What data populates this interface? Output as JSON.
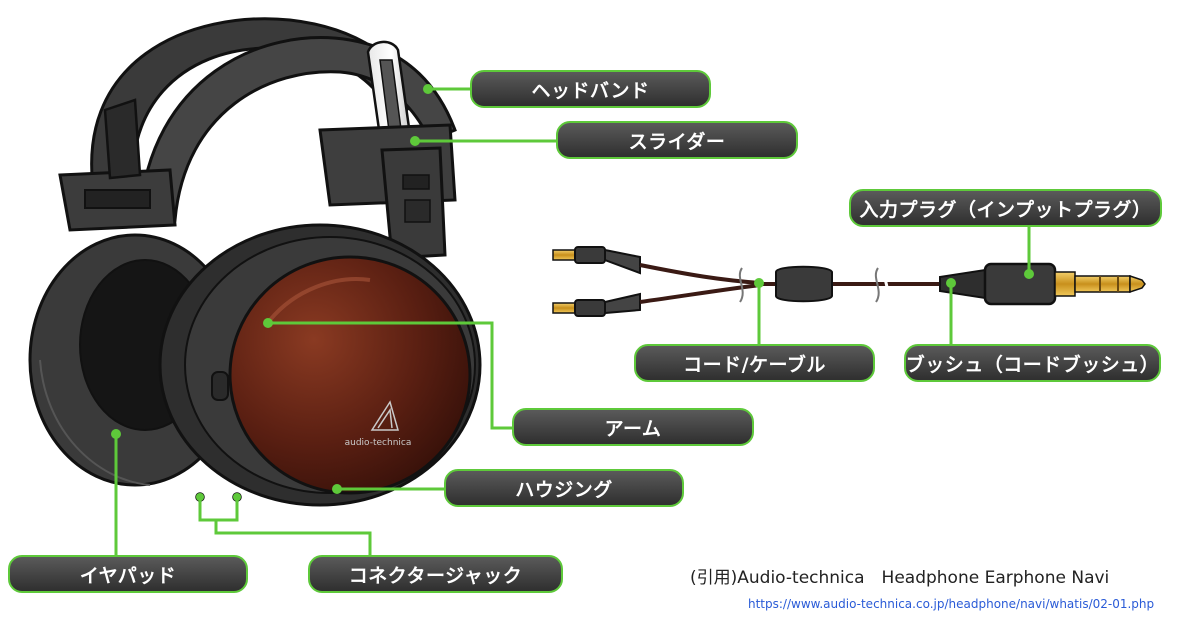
{
  "labels": {
    "headband": "ヘッドバンド",
    "slider": "スライダー",
    "input_plug": "入力プラグ（インプットプラグ）",
    "cord": "コード/ケーブル",
    "bushing": "ブッシュ（コードブッシュ）",
    "arm": "アーム",
    "housing": "ハウジング",
    "ear_pad": "イヤパッド",
    "connector_jack": "コネクタージャック"
  },
  "logo_text": "audio-technica",
  "credit": {
    "text": "(引用)Audio-technica　Headphone Earphone Navi",
    "url": "https://www.audio-technica.co.jp/headphone/navi/whatis/02-01.php"
  },
  "colors": {
    "leader_line": "#5ec93a",
    "label_bg": "#3a3a3a",
    "wood": "#5a1f12",
    "plug_gold": "#d8a42a",
    "url": "#2a5bd7"
  }
}
